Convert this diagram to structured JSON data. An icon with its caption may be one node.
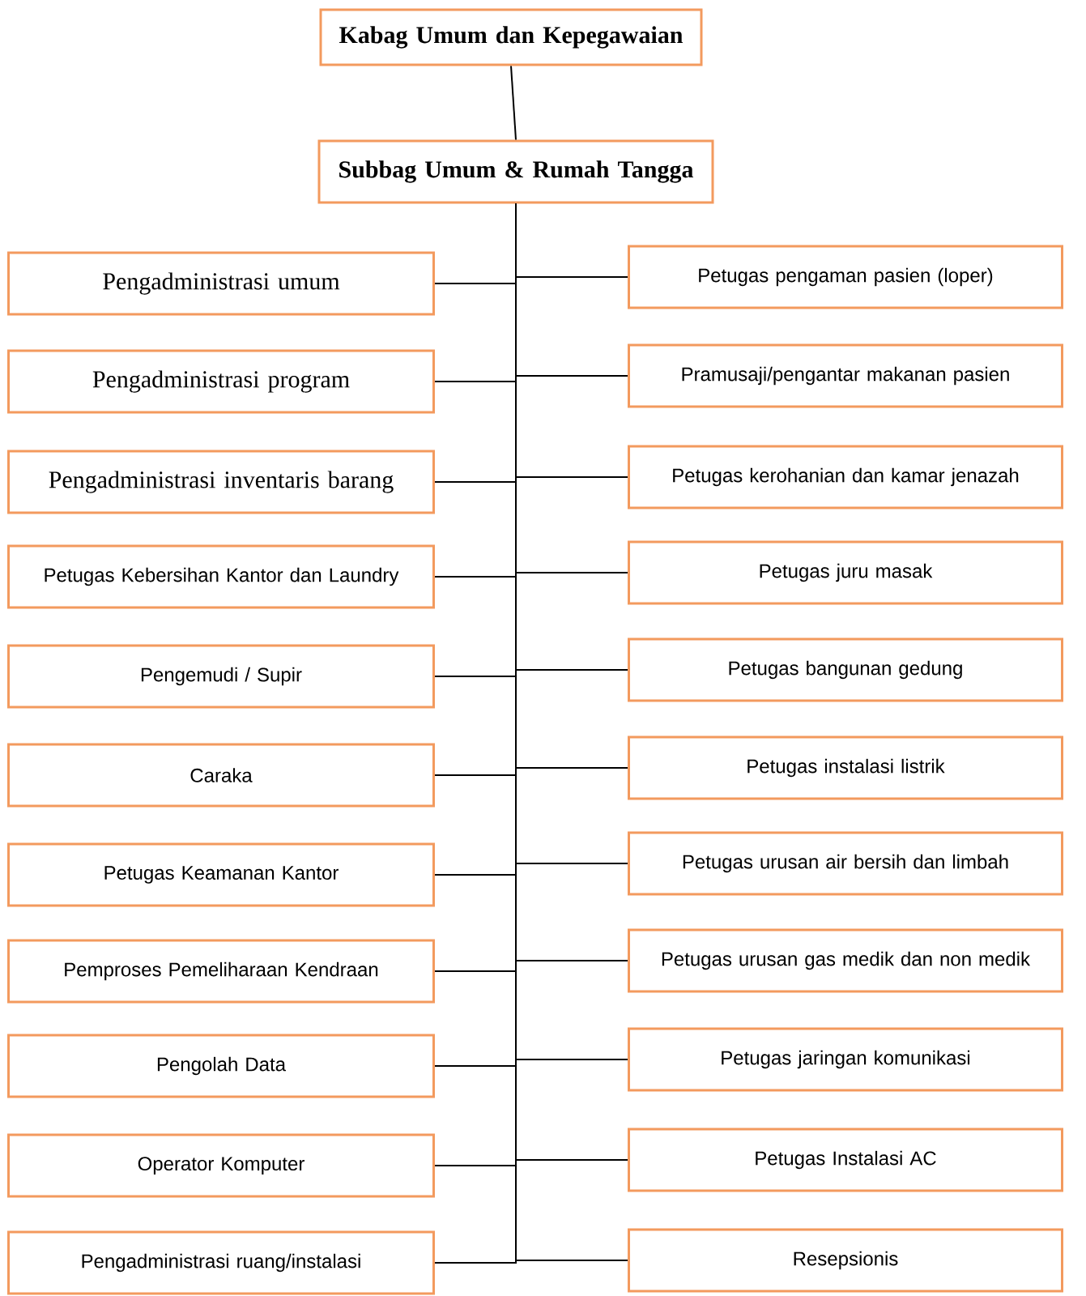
{
  "diagram": {
    "nodes": [
      {
        "text": [
          "Kabag Umum dan Kepegawaian"
        ]
      },
      {
        "text": [
          "Subbag Umum & Rumah Tangga"
        ]
      },
      {
        "text": [
          "Pengadministrasi umum"
        ]
      },
      {
        "text": [
          "Petugas pengaman pasien (loper)"
        ]
      },
      {
        "text": [
          "Pengadministrasi program"
        ]
      },
      {
        "text": [
          "Pramusaji/pengantar makanan pasien"
        ]
      },
      {
        "text": [
          "Pengadministrasi inventaris barang"
        ]
      },
      {
        "text": [
          "Petugas kerohanian dan kamar jenazah"
        ]
      },
      {
        "text": [
          "Petugas Kebersihan Kantor dan Laundry"
        ]
      },
      {
        "text": [
          "Petugas juru masak"
        ]
      },
      {
        "text": [
          "Pengemudi / Supir"
        ]
      },
      {
        "text": [
          "Petugas bangunan gedung"
        ]
      },
      {
        "text": [
          "Caraka"
        ]
      },
      {
        "text": [
          "Petugas instalasi listrik"
        ]
      },
      {
        "text": [
          "Petugas Keamanan Kantor"
        ]
      },
      {
        "text": [
          "Petugas urusan air bersih dan limbah"
        ]
      },
      {
        "text": [
          "Pemproses Pemeliharaan Kendraan"
        ]
      },
      {
        "text": [
          "Petugas urusan gas medik dan non medik"
        ]
      },
      {
        "text": [
          "Pengolah Data"
        ]
      },
      {
        "text": [
          "Petugas jaringan komunikasi"
        ]
      },
      {
        "text": [
          "Operator Komputer"
        ]
      },
      {
        "text": [
          "Petugas Instalasi AC"
        ]
      },
      {
        "text": [
          "Pengadministrasi ruang/instalasi"
        ]
      },
      {
        "text": [
          "Resepsionis"
        ]
      }
    ],
    "edges": [
      {
        "from": 0,
        "to": 1,
        "arrow": "none"
      },
      {
        "from": 1,
        "to": 2,
        "arrow": "none"
      },
      {
        "from": 1,
        "to": 3,
        "arrow": "none"
      },
      {
        "from": 1,
        "to": 4,
        "arrow": "none"
      },
      {
        "from": 1,
        "to": 5,
        "arrow": "none"
      },
      {
        "from": 1,
        "to": 6,
        "arrow": "none"
      },
      {
        "from": 1,
        "to": 7,
        "arrow": "none"
      },
      {
        "from": 1,
        "to": 8,
        "arrow": "none"
      },
      {
        "from": 1,
        "to": 9,
        "arrow": "none"
      },
      {
        "from": 1,
        "to": 10,
        "arrow": "none"
      },
      {
        "from": 1,
        "to": 11,
        "arrow": "none"
      },
      {
        "from": 1,
        "to": 12,
        "arrow": "none"
      },
      {
        "from": 1,
        "to": 13,
        "arrow": "none"
      },
      {
        "from": 1,
        "to": 14,
        "arrow": "none"
      },
      {
        "from": 1,
        "to": 15,
        "arrow": "none"
      },
      {
        "from": 1,
        "to": 16,
        "arrow": "none"
      },
      {
        "from": 1,
        "to": 17,
        "arrow": "none"
      },
      {
        "from": 1,
        "to": 18,
        "arrow": "none"
      },
      {
        "from": 1,
        "to": 19,
        "arrow": "none"
      },
      {
        "from": 1,
        "to": 20,
        "arrow": "none"
      },
      {
        "from": 1,
        "to": 21,
        "arrow": "none"
      },
      {
        "from": 1,
        "to": 22,
        "arrow": "none"
      },
      {
        "from": 1,
        "to": 23,
        "arrow": "none"
      }
    ]
  }
}
